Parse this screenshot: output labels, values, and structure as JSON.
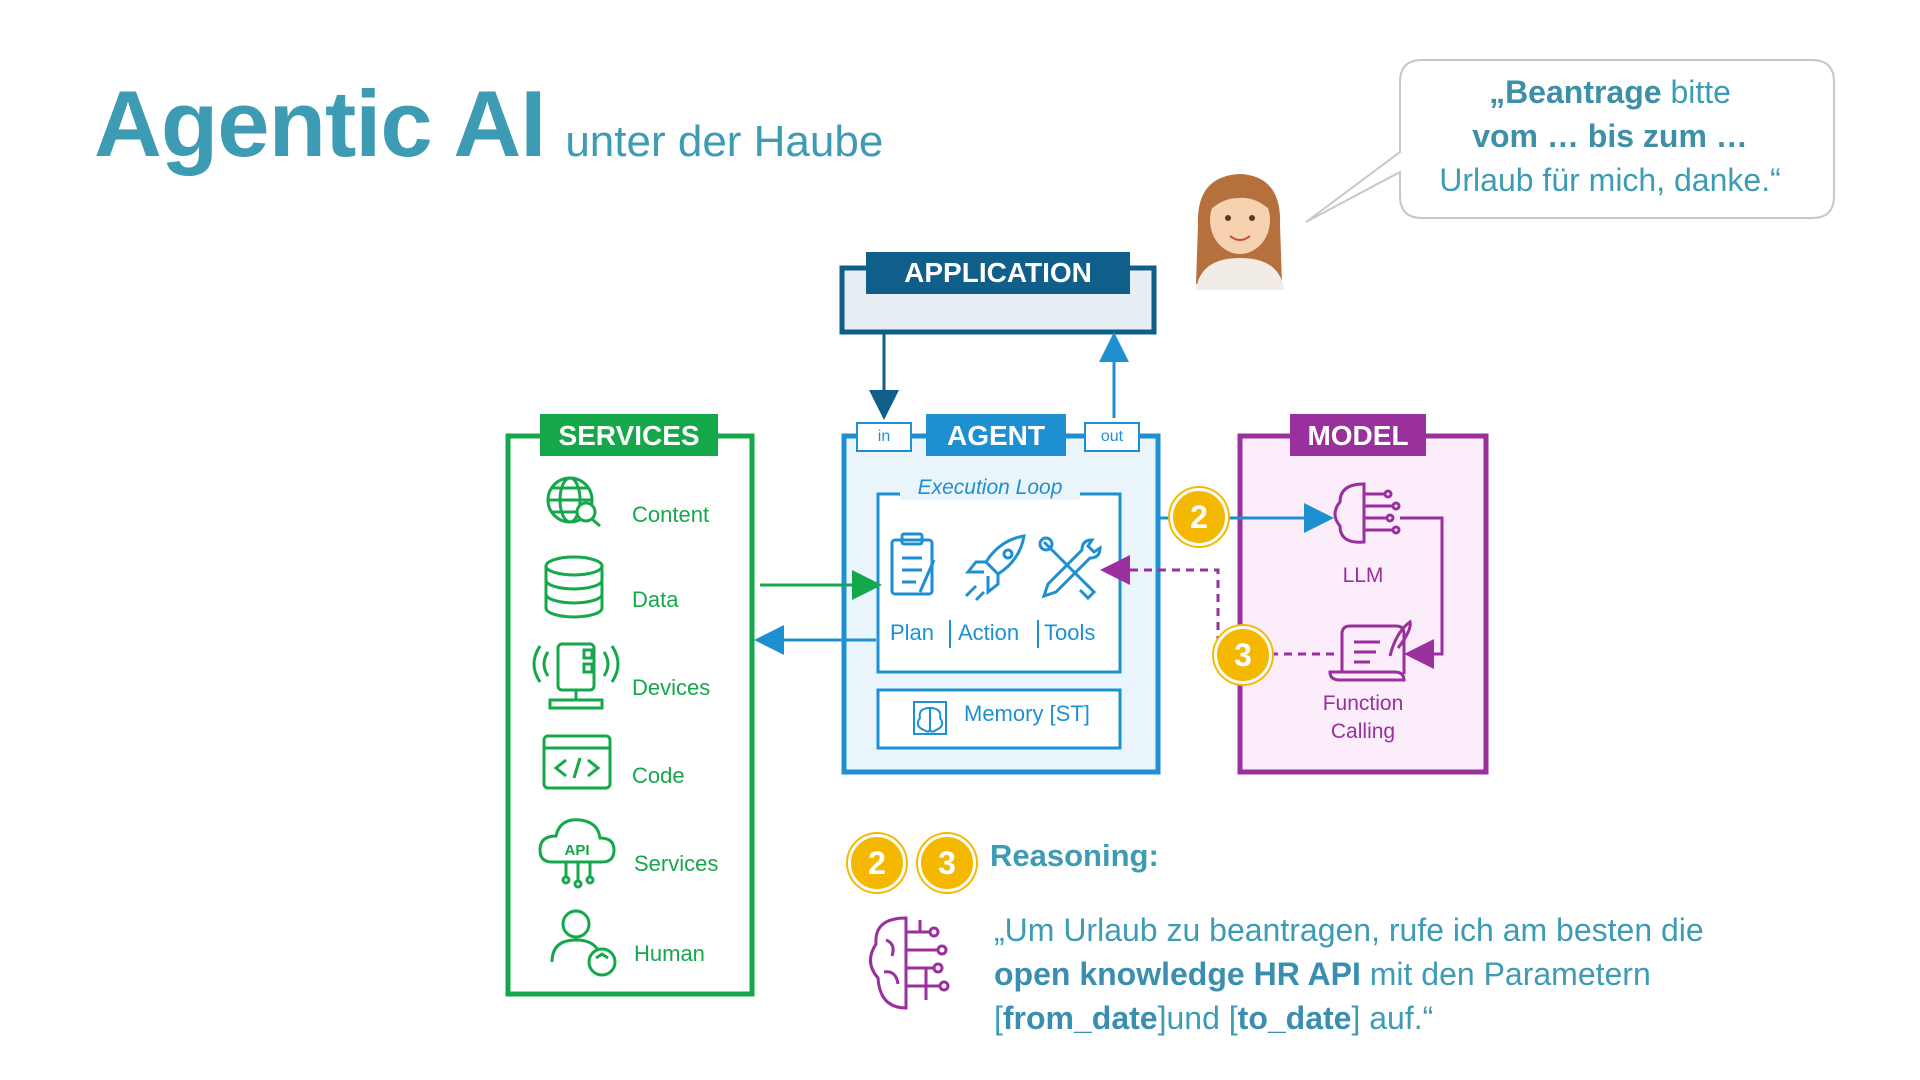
{
  "title": {
    "main": "Agentic AI",
    "sub": "unter der Haube"
  },
  "speech_bubble": {
    "part1": "„Beantrage",
    "part2": " bitte",
    "part3": "vom … bis zum …",
    "part4": "Urlaub für mich, danke.“"
  },
  "application": {
    "header": "APPLICATION"
  },
  "services": {
    "header": "SERVICES",
    "items": [
      {
        "label": "Content",
        "icon": "globe-search-icon"
      },
      {
        "label": "Data",
        "icon": "database-icon"
      },
      {
        "label": "Devices",
        "icon": "device-icon"
      },
      {
        "label": "Code",
        "icon": "code-icon"
      },
      {
        "label": "Services",
        "icon": "api-cloud-icon"
      },
      {
        "label": "Human",
        "icon": "human-icon"
      }
    ]
  },
  "agent": {
    "header": "AGENT",
    "in_label": "in",
    "out_label": "out",
    "loop_label": "Execution Loop",
    "plan_label": "Plan",
    "action_label": "Action",
    "tools_label": "Tools",
    "memory_label": "Memory [ST]"
  },
  "model": {
    "header": "MODEL",
    "llm_label": "LLM",
    "function_label_1": "Function",
    "function_label_2": "Calling"
  },
  "badges": {
    "two": "2",
    "three": "3"
  },
  "reasoning": {
    "label": "Reasoning:",
    "t1": "„Um Urlaub zu beantragen, rufe ich am besten die ",
    "t2": "open knowledge HR API",
    "t3": " mit den Parametern [",
    "t4": "from_date",
    "t5": "]und [",
    "t6": "to_date",
    "t7": "] auf.“"
  },
  "colors": {
    "title": "#3e9bb4",
    "services": "#15a84b",
    "agent": "#1e90d2",
    "application": "#0f5f8a",
    "model": "#9a2f9e",
    "badge": "#f5b800"
  }
}
